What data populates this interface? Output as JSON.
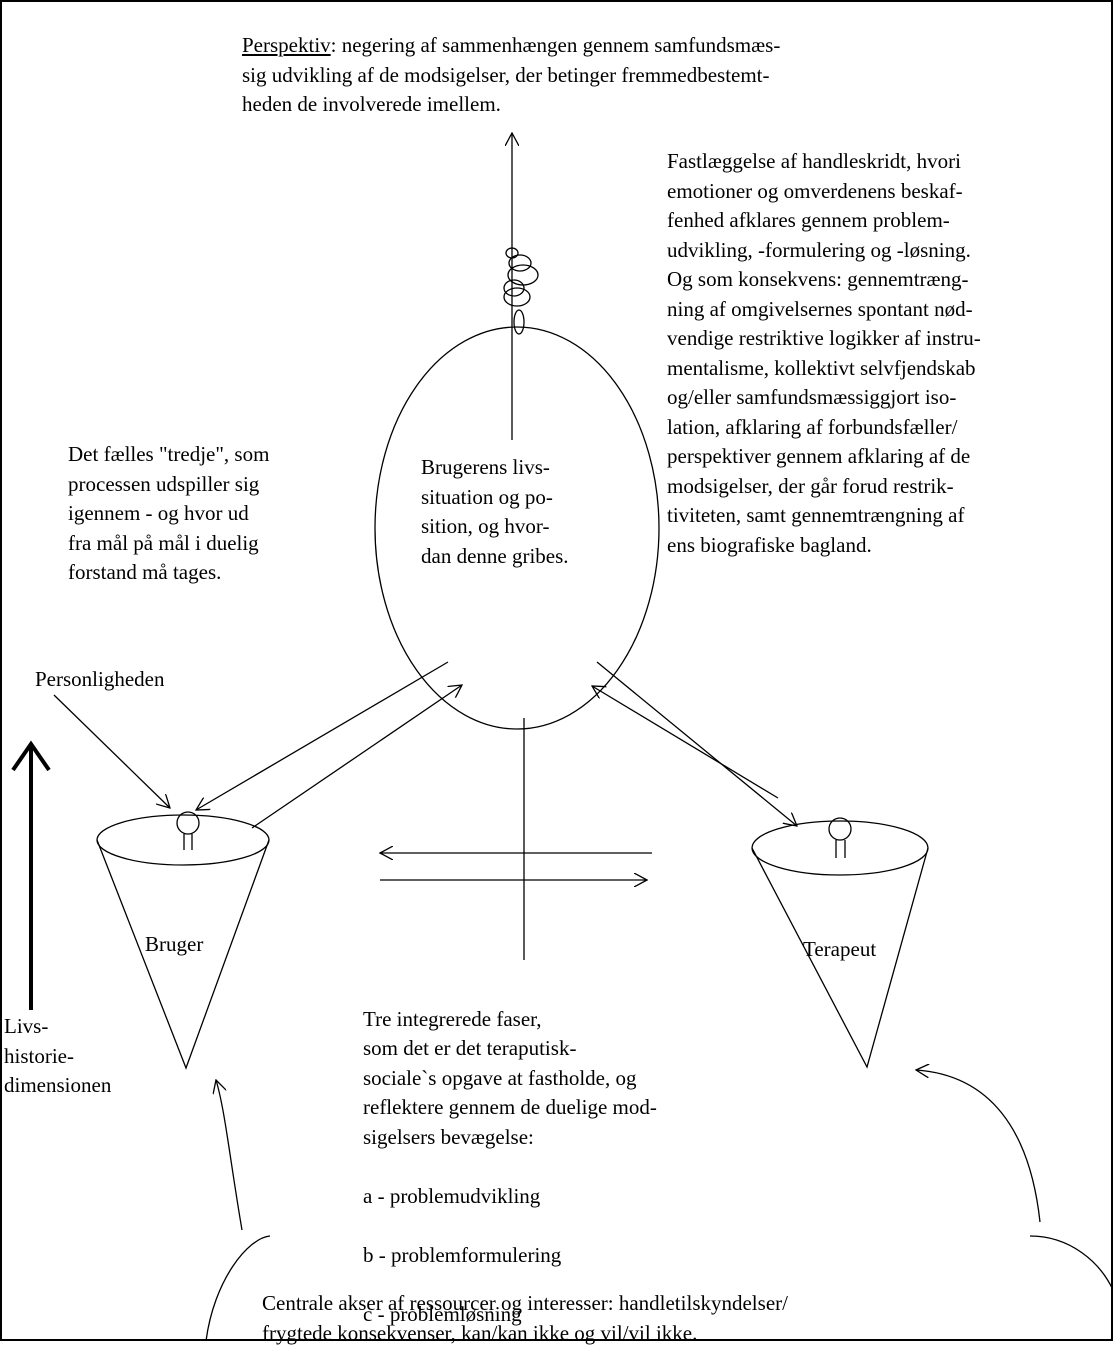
{
  "perspective": {
    "label": "Perspektiv",
    "text": ": negering af sammenhængen gennem samfundsmæs-\nsig udvikling af de modsigelser, der betinger fremmedbestemt-\nheden de involverede imellem."
  },
  "right_block": "Fastlæggelse af handleskridt, hvori\nemotioner og omverdenens beskaf-\nfenhed afklares gennem problem-\nudvikling, -formulering og -løsning.\nOg som konsekvens: gennemtræng-\nning af omgivelsernes spontant nød-\nvendige restriktive logikker af instru-\nmentalisme, kollektivt selvfjendskab\nog/eller samfundsmæssiggjort iso-\nlation, afklaring af forbundsfæller/\nperspektiver gennem afklaring af de\nmodsigelser, der går forud restrik-\ntiviteten, samt gennemtrængning af\nens biografiske bagland.",
  "left_block": "Det fælles \"tredje\", som\nprocessen udspiller sig\nigennem - og hvor ud\nfra mål på mål i duelig\nforstand må tages.",
  "center_ellipse_text": "Brugerens livs-\nsituation og po-\nsition, og hvor-\ndan denne gribes.",
  "personality_label": "Personligheden",
  "life_history_label": "Livs-\nhistorie-\ndimensionen",
  "user_label": "Bruger",
  "therapist_label": "Terapeut",
  "phases": {
    "intro": "Tre integrerede faser,\nsom det er det teraputisk-\nsociale`s opgave at fastholde, og\nreflektere gennem de duelige mod-\nsigelsers bevægelse:",
    "items": [
      "a - problemudvikling",
      "b - problemformulering",
      "c - problemløsning"
    ]
  },
  "bottom_text": "Centrale akser af ressourcer og interesser: handletilskyndelser/\nfrygtede konsekvenser, kan/kan ikke og vil/vil ikke."
}
